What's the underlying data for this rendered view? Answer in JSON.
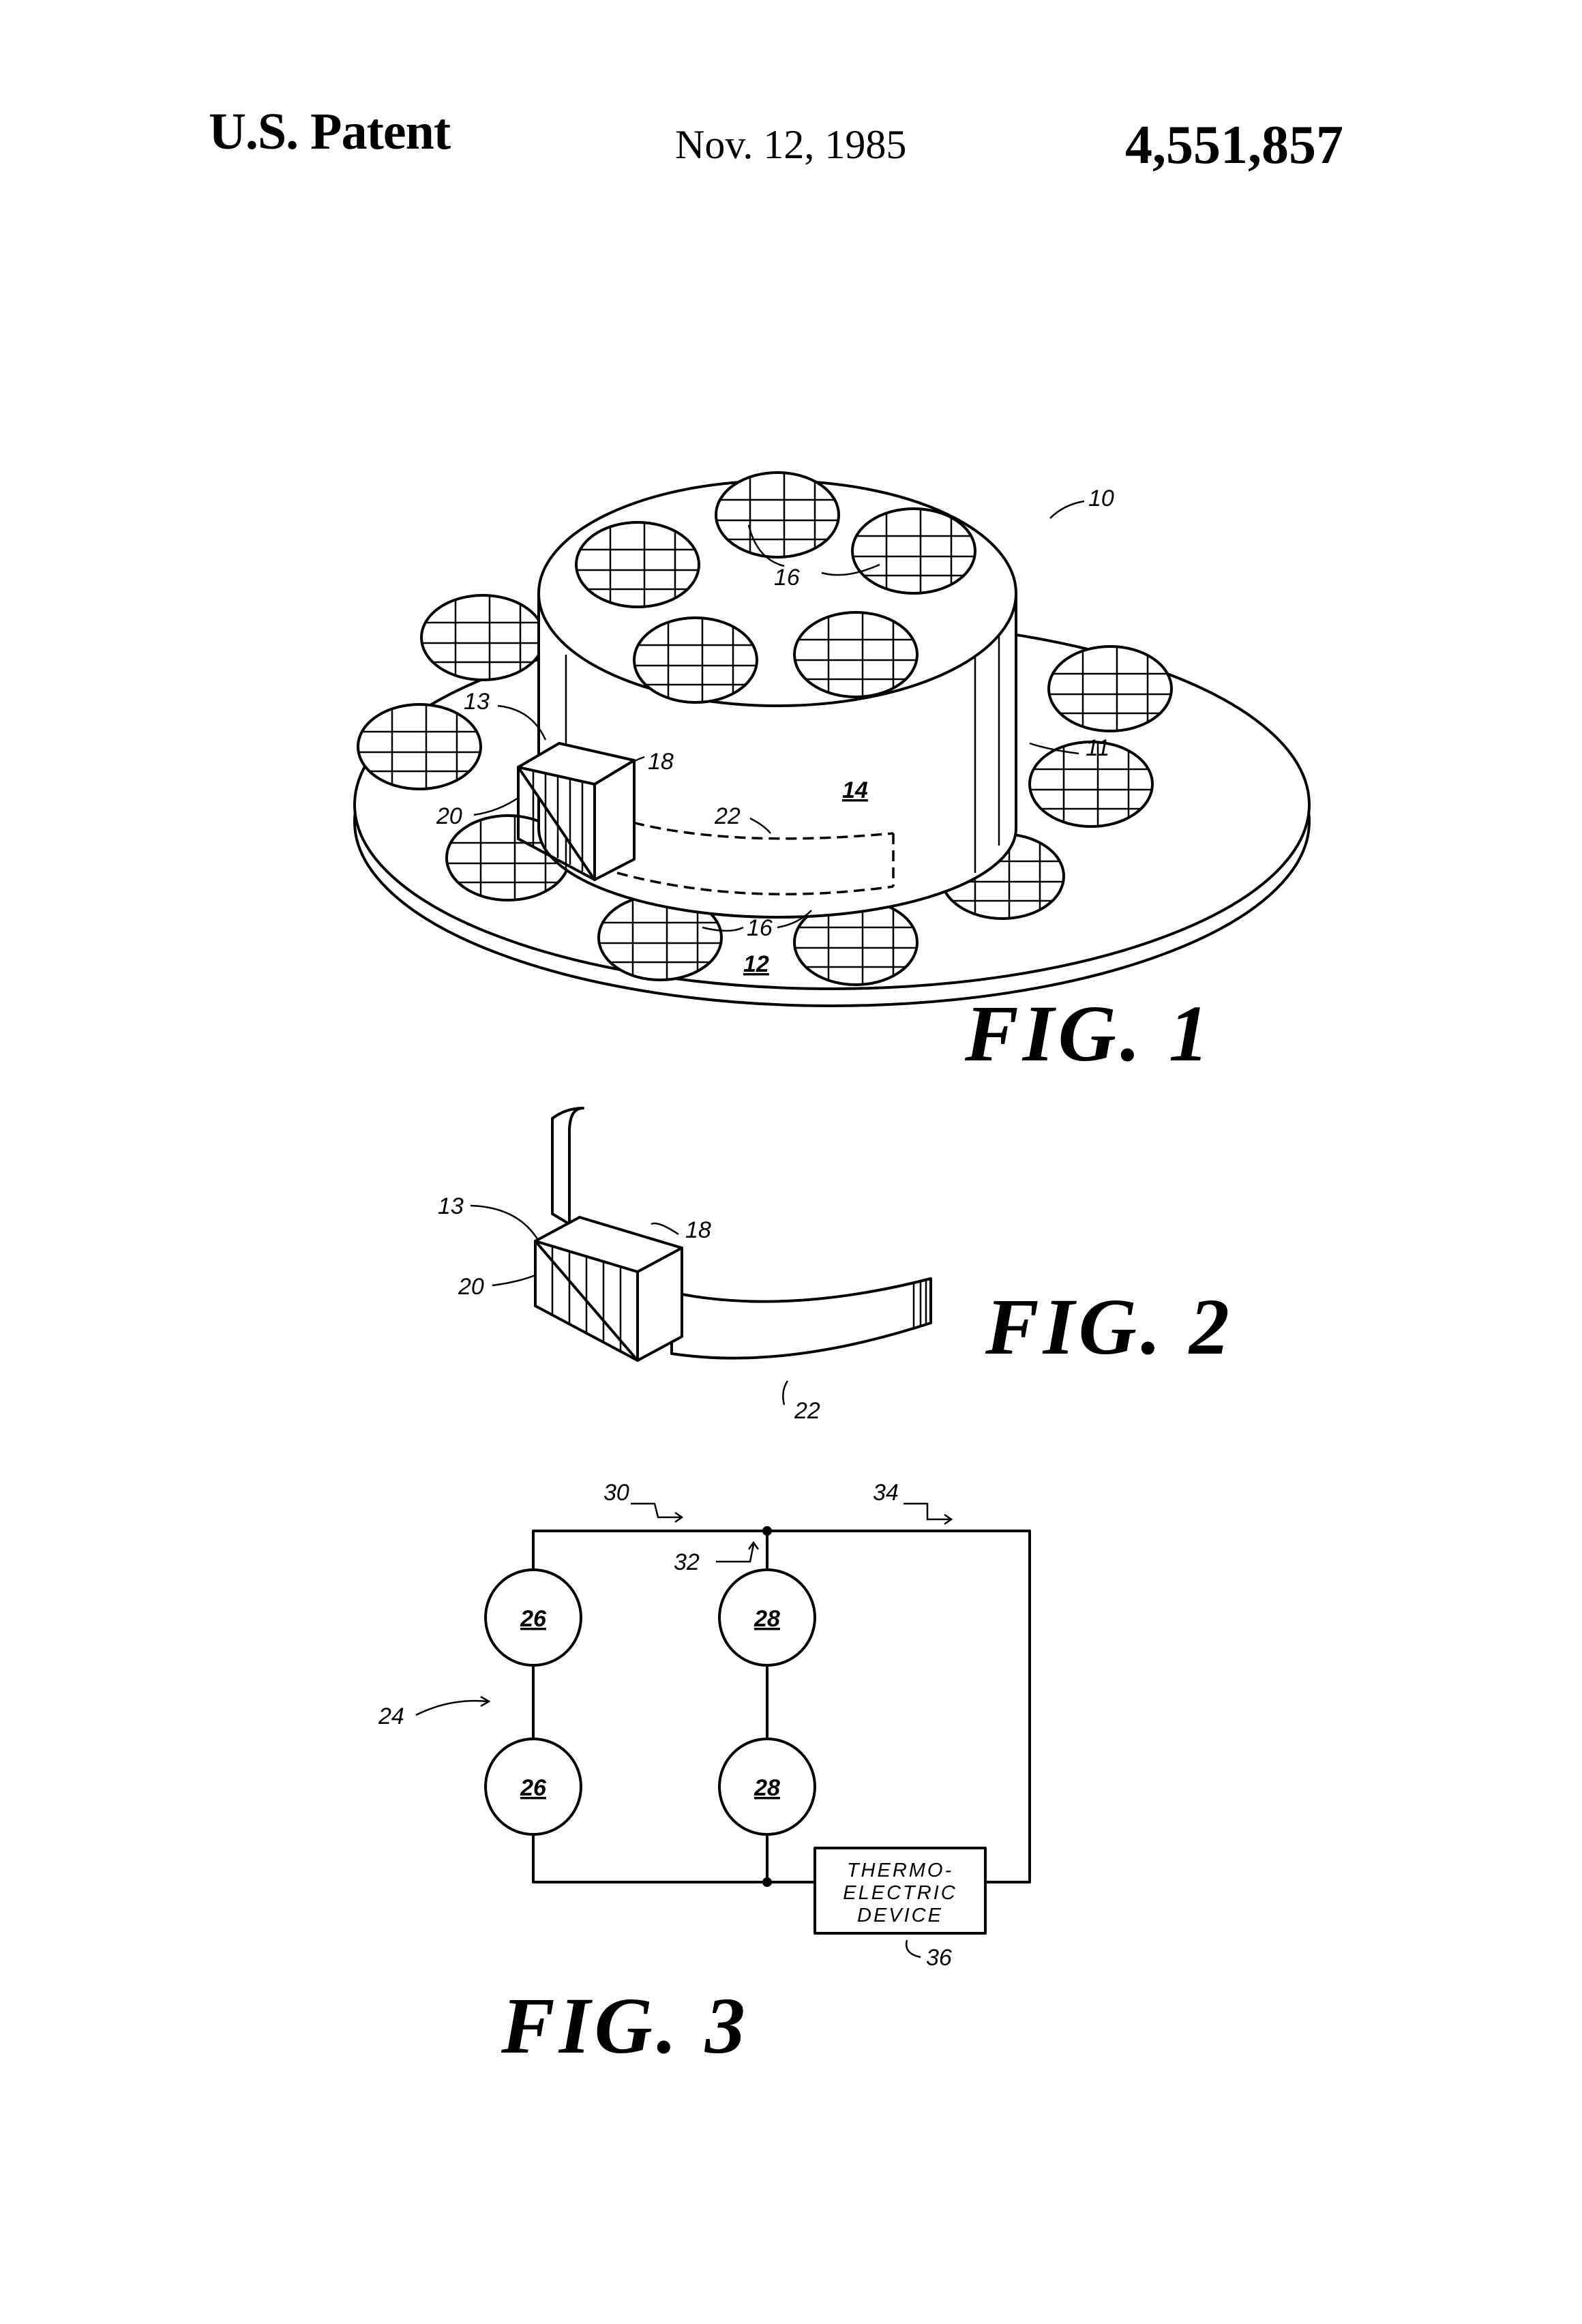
{
  "header": {
    "left": "U.S. Patent",
    "date": "Nov. 12, 1985",
    "patent_number": "4,551,857"
  },
  "fig1": {
    "caption": "FIG. 1",
    "refs": {
      "r10": "10",
      "r11": "11",
      "r12": "12",
      "r13": "13",
      "r14": "14",
      "r16a": "16",
      "r16b": "16",
      "r18": "18",
      "r20": "20",
      "r22": "22"
    }
  },
  "fig2": {
    "caption": "FIG. 2",
    "refs": {
      "r13": "13",
      "r18": "18",
      "r20": "20",
      "r22": "22"
    }
  },
  "fig3": {
    "caption": "FIG. 3",
    "refs": {
      "r24": "24",
      "r30": "30",
      "r32": "32",
      "r34": "34",
      "r36": "36",
      "cell_a1": "26",
      "cell_a2": "26",
      "cell_b1": "28",
      "cell_b2": "28"
    },
    "box": {
      "line1": "THERMO-",
      "line2": "ELECTRIC",
      "line3": "DEVICE"
    }
  }
}
